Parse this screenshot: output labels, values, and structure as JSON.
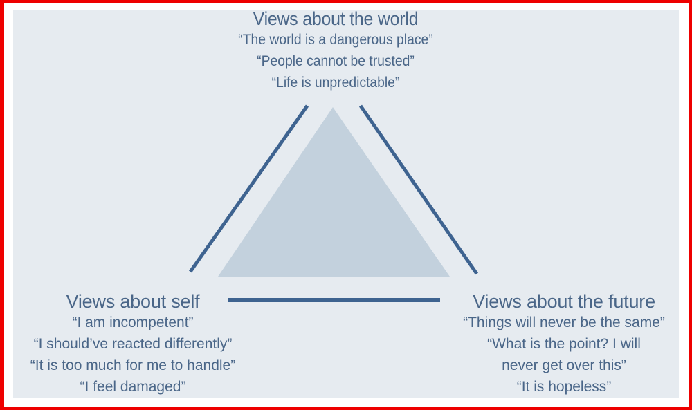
{
  "diagram": {
    "type": "cognitive-triad",
    "colors": {
      "border": "#ee0000",
      "panel_bg": "#e6ebf0",
      "text": "#4a6688",
      "line": "#3e6390",
      "triangle_fill": "#c3d1dd"
    },
    "nodes": {
      "world": {
        "title": "Views about the world",
        "lines": [
          "“The world is a dangerous place”",
          "“People cannot be trusted”",
          "“Life is unpredictable”"
        ]
      },
      "self": {
        "title": "Views about self",
        "lines": [
          "“I am incompetent”",
          "“I should’ve reacted differently”",
          "“It is too much for me to handle”",
          "“I feel damaged”"
        ]
      },
      "future": {
        "title": "Views about the future",
        "lines": [
          "“Things will never be the same”",
          "“What is the point? I will",
          "never get over this”",
          "“It is hopeless”"
        ]
      }
    },
    "edges": [
      {
        "from": "self",
        "to": "world"
      },
      {
        "from": "world",
        "to": "future"
      },
      {
        "from": "self",
        "to": "future"
      }
    ]
  }
}
